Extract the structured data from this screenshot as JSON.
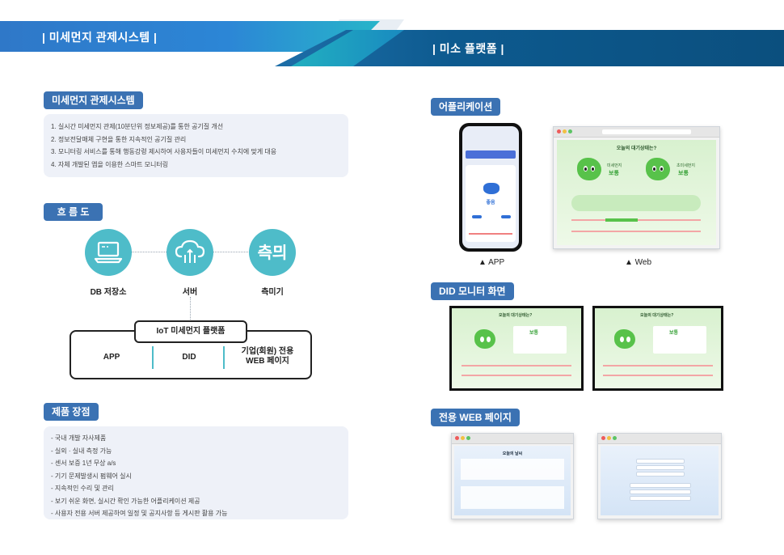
{
  "header": {
    "left_title": "| 미세먼지 관제시스템 |",
    "right_title": "| 미소 플랫폼 |"
  },
  "overview": {
    "label": "미세먼지 관제시스템",
    "items": [
      "1. 실시간 미세먼지 관제(10분단위 정보제공)를 통한 공기질 개선",
      "2. 정보전달매체 구현을 통한 지속적인 공기질 관리",
      "3. 모니터링 서비스를 통해 행동강령 제시하여 사용자들이 미세먼지 수치에 맞게 대응",
      "4. 자체 개발된 앱을 이용한 스마트 모니터링"
    ]
  },
  "flow": {
    "label": "흐 름 도",
    "nodes": [
      {
        "caption": "DB 저장소",
        "icon": "laptop-icon"
      },
      {
        "caption": "서버",
        "icon": "cloud-upload-icon"
      },
      {
        "caption": "측미기",
        "icon": "chukmigi-logo"
      }
    ],
    "platform_title": "IoT 미세먼지 플랫폼",
    "platform_items": [
      "APP",
      "DID",
      "기업(회원) 전용\nWEB 페이지"
    ]
  },
  "features": {
    "label": "제품 장점",
    "items": [
      "- 국내 개발 자사제품",
      "- 실외 · 실내 측정 가능",
      "- 센서 보증 1년 무상 a/s",
      "- 기기 문제발생시 펌웨어 실시",
      "- 지속적인 수리 및 관리",
      "- 보기 쉬운 화면, 실시간 확인 가능한 어플리케이션 제공",
      "- 사용자 전용 서버 제공하여 일정 및 공지사항 등 게시판 활용 가능"
    ]
  },
  "application": {
    "label": "어플리케이션",
    "app_caption": "▲ APP",
    "web_caption": "▲ Web",
    "app_status": "좋음",
    "web_heading": "오늘의 대기상태는?",
    "web_labels": [
      "미세먼지",
      "초미세먼지"
    ],
    "web_status": [
      "보통",
      "보통"
    ]
  },
  "did": {
    "label": "DID 모니터 화면",
    "heading": "오늘의 대기상태는?",
    "status": "보통"
  },
  "web_page": {
    "label": "전용 WEB 페이지",
    "weather_title": "오늘의 날씨"
  },
  "colors": {
    "accent_blue": "#3b72b3",
    "teal": "#4ebcc9",
    "navy": "#0b4f7e",
    "air_green": "#58c24a"
  }
}
